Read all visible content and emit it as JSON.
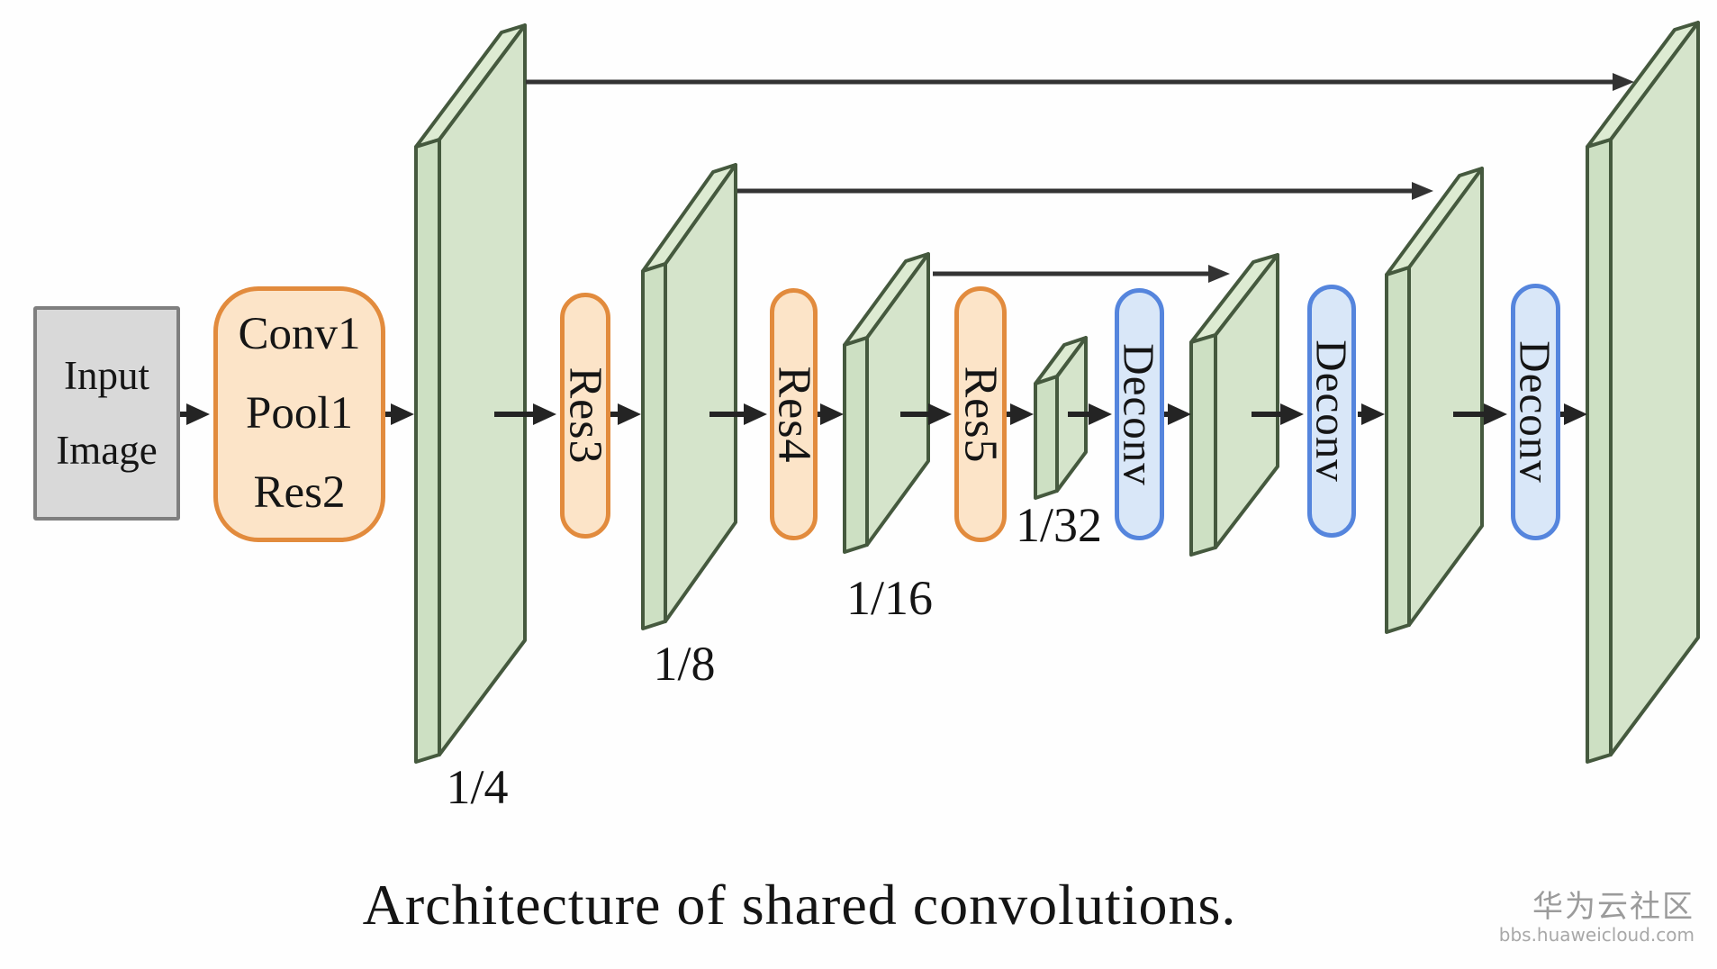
{
  "diagram": {
    "caption": "Architecture of shared convolutions.",
    "nodes": {
      "input": {
        "lines": [
          "Input",
          "Image"
        ]
      },
      "stem": {
        "lines": [
          "Conv1",
          "Pool1",
          "Res2"
        ]
      },
      "res3": {
        "label": "Res3"
      },
      "res4": {
        "label": "Res4"
      },
      "res5": {
        "label": "Res5"
      },
      "deconv1": {
        "label": "Deconv"
      },
      "deconv2": {
        "label": "Deconv"
      },
      "deconv3": {
        "label": "Deconv"
      }
    },
    "scale_labels": {
      "s4": "1/4",
      "s8": "1/8",
      "s16": "1/16",
      "s32": "1/32"
    }
  },
  "watermark": {
    "title": "华为云社区",
    "url": "bbs.huaweicloud.com"
  },
  "colors": {
    "background": "#fefefe",
    "text": "#151515",
    "green_face": "#d5e4cb",
    "green_side": "#cde0c3",
    "green_top": "#ddebd2",
    "green_border": "#45593e",
    "orange_fill": "#fce4c8",
    "orange_border": "#e28b3d",
    "blue_fill": "#d9e7f8",
    "blue_border": "#5585dd",
    "gray_fill": "#d9d9d9",
    "gray_border": "#7f7f7f",
    "arrow": "#242424",
    "skip": "#333333",
    "watermark_title": "#9b9b9b",
    "watermark_url": "#a8a8a8"
  }
}
